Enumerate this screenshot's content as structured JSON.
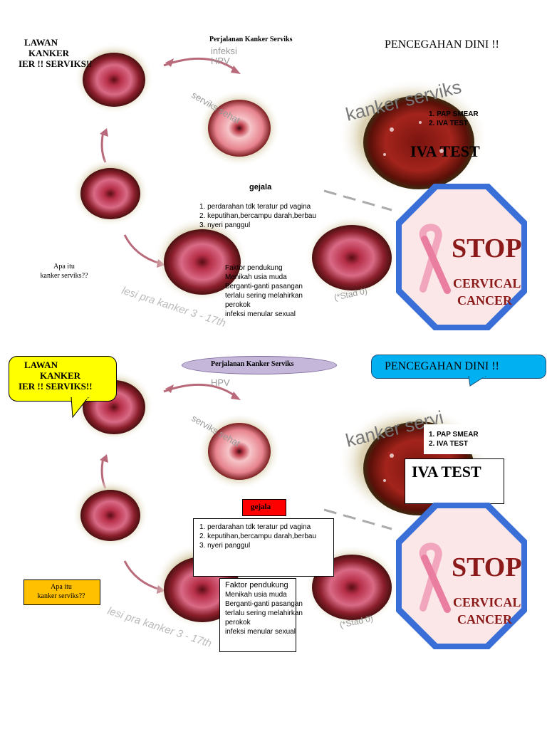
{
  "panels": [
    {
      "lawan": [
        "LAWAN",
        "KANKER",
        "IER !! SERVIKS!!"
      ],
      "perjalanan": "Perjalanan Kanker Serviks",
      "infeksi": "infeksi",
      "hpv": "HPV",
      "pencegahan": "PENCEGAHAN DINI !!",
      "prevention_list": [
        "1. PAP SMEAR",
        "2. IVA TEST"
      ],
      "iva_test": "IVA TEST",
      "gejala_title": "gejala",
      "gejala_items": [
        "1. perdarahan tdk teratur pd vagina",
        "2.  keputihan,bercampu darah,berbau",
        "3.  nyeri panggul"
      ],
      "apa_itu": [
        "Apa itu",
        "kanker serviks??"
      ],
      "faktor_title": "Faktor pendukung",
      "faktor_items": [
        "Menikah usia muda",
        "Berganti-ganti pasangan",
        "terlalu sering melahirkan",
        "perokok",
        "infeksi menular sexual"
      ],
      "arc_text": "lesi pra kanker 3 - 17th",
      "serviks_sehat": "serviks sehat",
      "kanker_serviks": "kanker serviks",
      "stadium": "(*Stad 0)",
      "stop": [
        "STOP",
        "CERVICAL",
        "CANCER"
      ]
    },
    {
      "lawan": [
        "LAWAN",
        "KANKER",
        "IER !! SERVIKS!!"
      ],
      "perjalanan": "Perjalanan Kanker Serviks",
      "hpv": "HPV",
      "pencegahan": "PENCEGAHAN DINI !!",
      "prevention_list": [
        "1. PAP SMEAR",
        "2. IVA TEST"
      ],
      "iva_test": "IVA TEST",
      "gejala_title": "gejala",
      "gejala_items": [
        "1. perdarahan tdk teratur pd vagina",
        "2.  keputihan,bercampu darah,berbau",
        "3.  nyeri panggul"
      ],
      "apa_itu": [
        "Apa itu",
        "kanker serviks??"
      ],
      "faktor_title": "Faktor pendukung",
      "faktor_items": [
        "Menikah usia muda",
        "Berganti-ganti pasangan",
        "terlalu sering melahirkan",
        "perokok",
        "infeksi menular sexual"
      ],
      "arc_text": "lesi pra kanker 3 - 17th",
      "serviks_sehat": "serviks sehat",
      "kanker_serviks": "kanker servi",
      "stadium": "(*Stad 0)",
      "stop": [
        "STOP",
        "CERVICAL",
        "CANCER"
      ]
    }
  ],
  "colors": {
    "bubble_yellow": "#ffff00",
    "ellipse_purple": "#c4b7d9",
    "callout_cyan": "#00b0f0",
    "gejala_red": "#ff0000",
    "apa_orange": "#ffc000",
    "stop_red": "#8b1a1a",
    "stop_border_blue": "#3b6fd8"
  }
}
